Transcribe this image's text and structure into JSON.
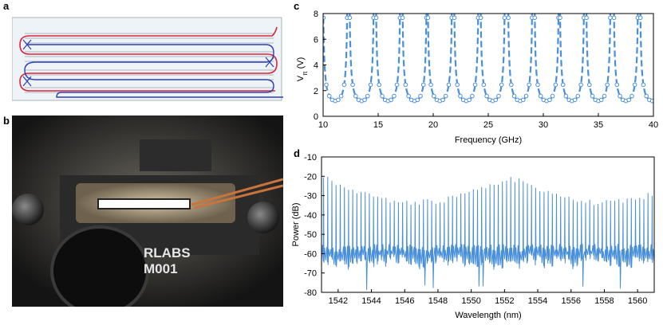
{
  "panels": {
    "a": "a",
    "b": "b",
    "c": "c",
    "d": "d"
  },
  "photo": {
    "text_line1": "RLABS",
    "text_line2": "M001"
  },
  "colors": {
    "series": "#4a90d9",
    "red_trace": "#d7263d",
    "blue_trace": "#2b3fb5",
    "grid": "#b9b9b9"
  },
  "chart_data": [
    {
      "id": "c",
      "type": "line",
      "style": "dashed line with open circle markers",
      "xlabel": "Frequency (GHz)",
      "ylabel": "V",
      "ylabel_subscript": "π",
      "ylabel_unit": "(V)",
      "xlim": [
        10,
        40
      ],
      "ylim": [
        0,
        8
      ],
      "xticks": [
        10,
        15,
        20,
        25,
        30,
        35,
        40
      ],
      "yticks": [
        0,
        2,
        4,
        6,
        8
      ],
      "resonance_centers_ghz": [
        11.1,
        13.5,
        15.9,
        18.3,
        20.6,
        23.0,
        25.4,
        27.9,
        30.3,
        32.6,
        35.0,
        37.5,
        39.9
      ],
      "min_value_v": 1.2,
      "grid": false
    },
    {
      "id": "d",
      "type": "line",
      "xlabel": "Wavelength (nm)",
      "ylabel": "Power (dB)",
      "xlim": [
        1541,
        1561
      ],
      "ylim": [
        -80,
        -10
      ],
      "xticks": [
        1542,
        1544,
        1546,
        1548,
        1550,
        1552,
        1554,
        1556,
        1558,
        1560
      ],
      "yticks": [
        -10,
        -20,
        -30,
        -40,
        -50,
        -60,
        -70,
        -80
      ],
      "comb_spacing_nm": 0.25,
      "peak_power_db": [
        -20,
        -35
      ],
      "floor_power_db": -60,
      "grid": false
    }
  ]
}
